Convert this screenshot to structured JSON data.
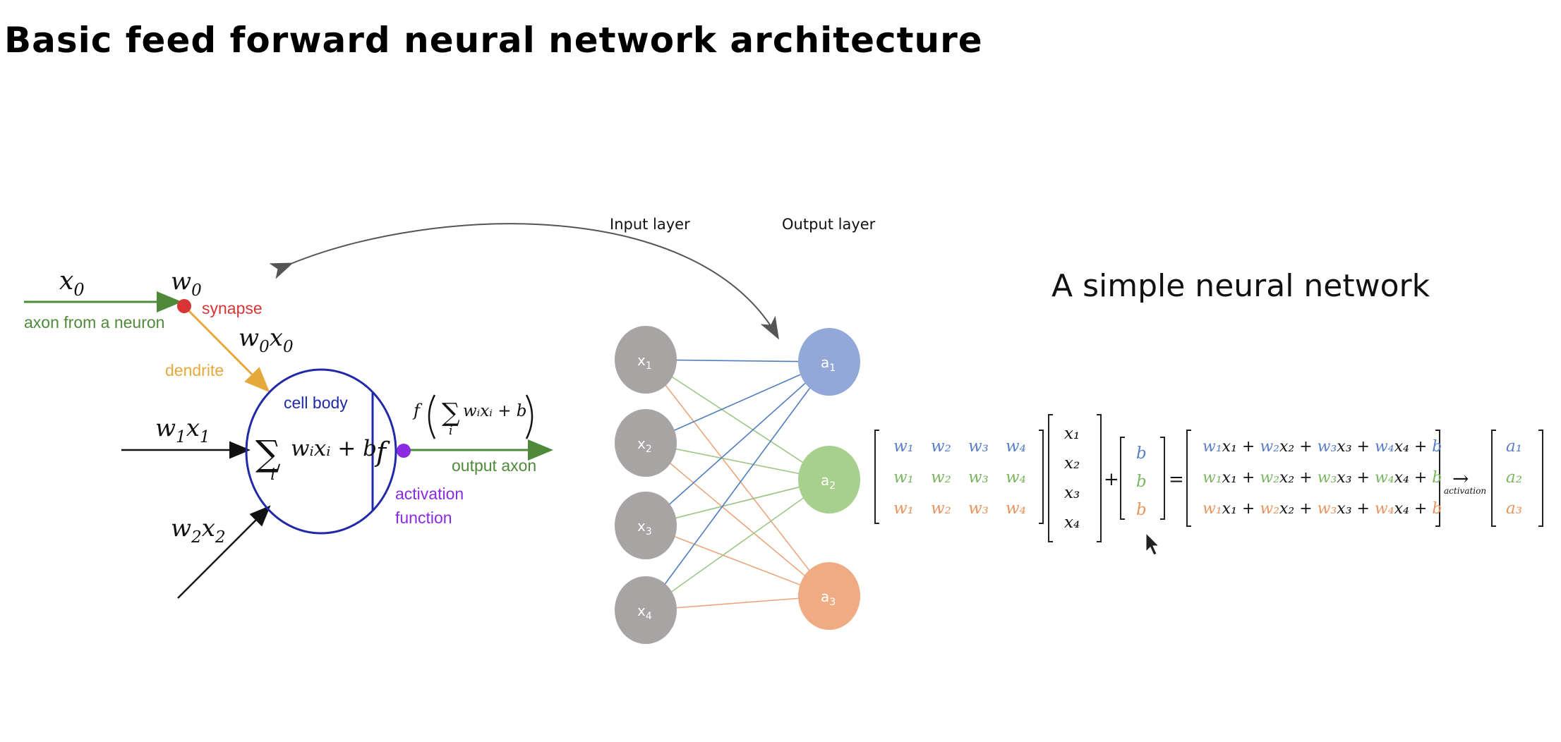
{
  "page": {
    "title": "Basic feed forward neural network architecture"
  },
  "neuron": {
    "x0": "x",
    "x0_sub": "0",
    "w0": "w",
    "w0_sub": "0",
    "w0x0": {
      "w": "w",
      "w_sub": "0",
      "x": "x",
      "x_sub": "0"
    },
    "w1x1": {
      "w": "w",
      "w_sub": "1",
      "x": "x",
      "x_sub": "1"
    },
    "w2x2": {
      "w": "w",
      "w_sub": "2",
      "x": "x",
      "x_sub": "2"
    },
    "axon_label": "axon from a neuron",
    "synapse_label": "synapse",
    "dendrite_label": "dendrite",
    "cell_body_label": "cell body",
    "sum_sign": "∑",
    "sum_index": "i",
    "sum_body": "wᵢxᵢ + b",
    "f_label": "f",
    "output_formula": {
      "f": "f",
      "body": "wᵢxᵢ + b",
      "index": "i"
    },
    "output_axon_label": "output axon",
    "activation_label_1": "activation",
    "activation_label_2": "function",
    "colors": {
      "axon": "#4e8a3a",
      "synapse": "#d93434",
      "dendrite": "#e5a93b",
      "cell": "#1f2aa8",
      "activation": "#8a2be2"
    }
  },
  "network": {
    "input_layer_label": "Input layer",
    "output_layer_label": "Output layer",
    "title": "A simple neural network",
    "inputs": [
      {
        "label": "x",
        "sub": "1"
      },
      {
        "label": "x",
        "sub": "2"
      },
      {
        "label": "x",
        "sub": "3"
      },
      {
        "label": "x",
        "sub": "4"
      }
    ],
    "outputs": [
      {
        "label": "a",
        "sub": "1",
        "color": "#92a8d8"
      },
      {
        "label": "a",
        "sub": "2",
        "color": "#a7cf8e"
      },
      {
        "label": "a",
        "sub": "3",
        "color": "#efac84"
      }
    ],
    "input_color": "#a8a4a4",
    "edge_colors": [
      "#4f7dbf",
      "#9cc585",
      "#eba57a"
    ]
  },
  "matrix": {
    "weights": [
      [
        "w₁",
        "w₂",
        "w₃",
        "w₄"
      ],
      [
        "w₁",
        "w₂",
        "w₃",
        "w₄"
      ],
      [
        "w₁",
        "w₂",
        "w₃",
        "w₄"
      ]
    ],
    "x_vector": [
      "x₁",
      "x₂",
      "x₃",
      "x₄"
    ],
    "bias": [
      "b",
      "b",
      "b"
    ],
    "plus": "+",
    "equals": "=",
    "result_rows": [
      [
        "w₁",
        "x₁ + ",
        "w₂",
        "x₂ + ",
        "w₃",
        "x₃ + ",
        "w₄",
        "x₄ + ",
        "b"
      ],
      [
        "w₁",
        "x₁ + ",
        "w₂",
        "x₂ + ",
        "w₃",
        "x₃ + ",
        "w₄",
        "x₄ + ",
        "b"
      ],
      [
        "w₁",
        "x₁ + ",
        "w₂",
        "x₂ + ",
        "w₃",
        "x₃ + ",
        "w₄",
        "x₄ + ",
        "b"
      ]
    ],
    "arrow": "→",
    "activation_text": "activation",
    "a_vector": [
      "a₁",
      "a₂",
      "a₃"
    ],
    "row_colors": [
      "#5b7fc7",
      "#7cb662",
      "#e8955f"
    ]
  }
}
